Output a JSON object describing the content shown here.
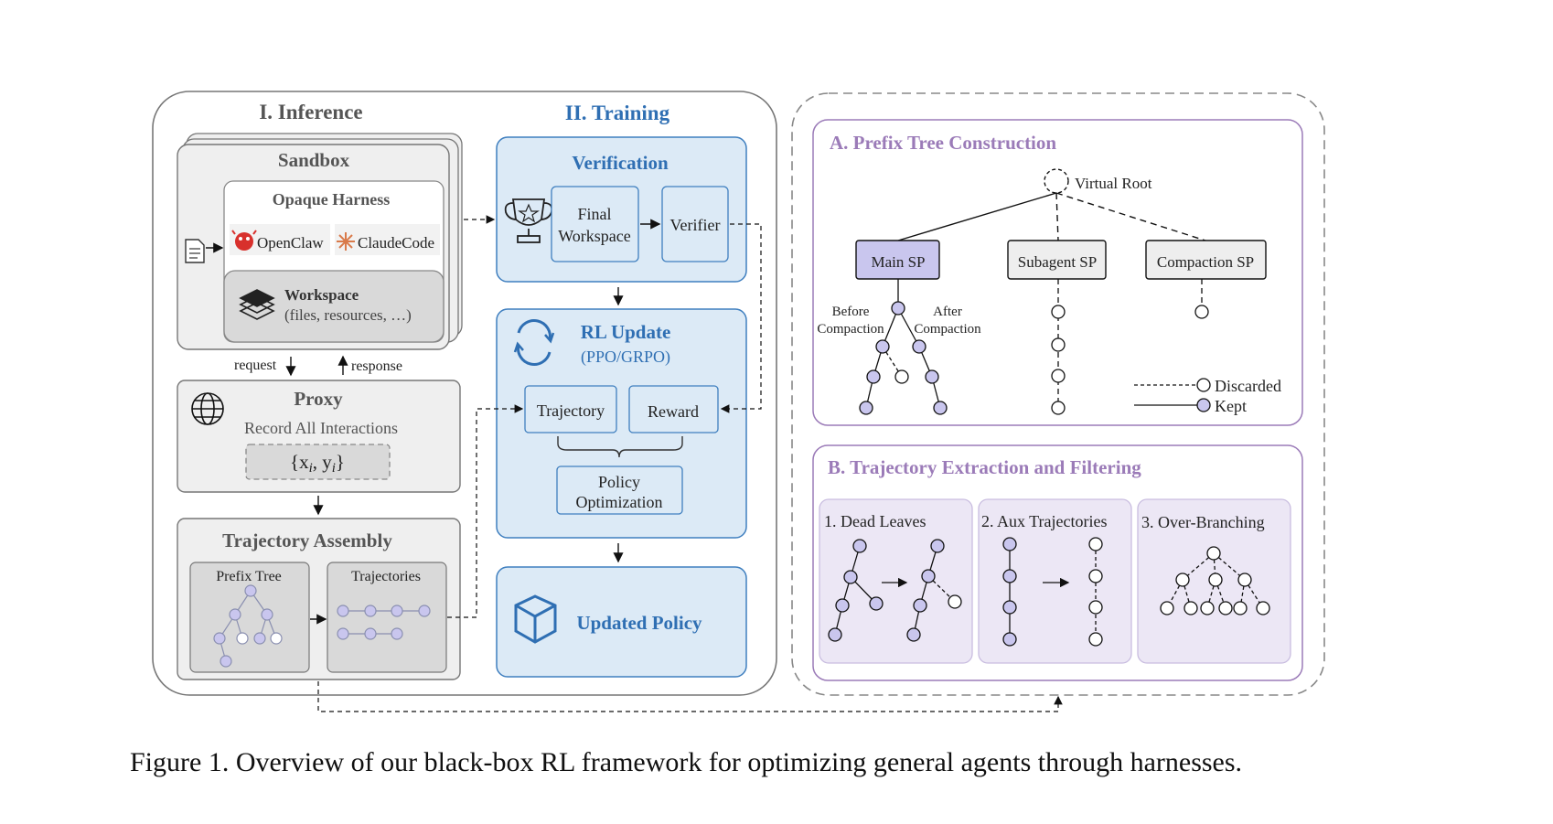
{
  "inference": {
    "title": "I. Inference",
    "sandbox": "Sandbox",
    "harness": "Opaque Harness",
    "openclaw": "OpenClaw",
    "claudecode": "ClaudeCode",
    "workspace": "Workspace",
    "workspace_sub": "(files, resources, …)",
    "request": "request",
    "response": "response",
    "proxy": "Proxy",
    "proxy_sub": "Record All Interactions",
    "proxy_formula": "{x",
    "proxy_formula_i": "i",
    "proxy_formula_mid": ", y",
    "proxy_formula_j": "i",
    "proxy_formula_end": "}",
    "assembly": "Trajectory Assembly",
    "prefix_tree": "Prefix Tree",
    "trajectories": "Trajectories"
  },
  "training": {
    "title": "II. Training",
    "verification": "Verification",
    "final_ws_1": "Final",
    "final_ws_2": "Workspace",
    "verifier": "Verifier",
    "rl_update": "RL Update",
    "rl_sub": "(PPO/GRPO)",
    "trajectory": "Trajectory",
    "reward": "Reward",
    "policy_opt_1": "Policy",
    "policy_opt_2": "Optimization",
    "updated_policy": "Updated Policy"
  },
  "prefix_tree": {
    "title": "A. Prefix Tree Construction",
    "virtual_root": "Virtual Root",
    "main_sp": "Main SP",
    "subagent_sp": "Subagent SP",
    "compaction_sp": "Compaction SP",
    "before_1": "Before",
    "before_2": "Compaction",
    "after_1": "After",
    "after_2": "Compaction",
    "discarded": "Discarded",
    "kept": "Kept"
  },
  "extraction": {
    "title": "B. Trajectory Extraction and Filtering",
    "dead_leaves": "1. Dead Leaves",
    "aux": "2. Aux Trajectories",
    "over": "3. Over-Branching"
  },
  "caption": "Figure 1. Overview of our black-box RL framework for optimizing general agents through harnesses.",
  "colors": {
    "kept_node": "#c9c6ee",
    "blue_box": "#dceaf6",
    "blue_stroke": "#3f7fbf",
    "purple_stroke": "#9b7bb8",
    "purple_fill": "#ece7f5",
    "grey_fill": "#eeeeee"
  }
}
